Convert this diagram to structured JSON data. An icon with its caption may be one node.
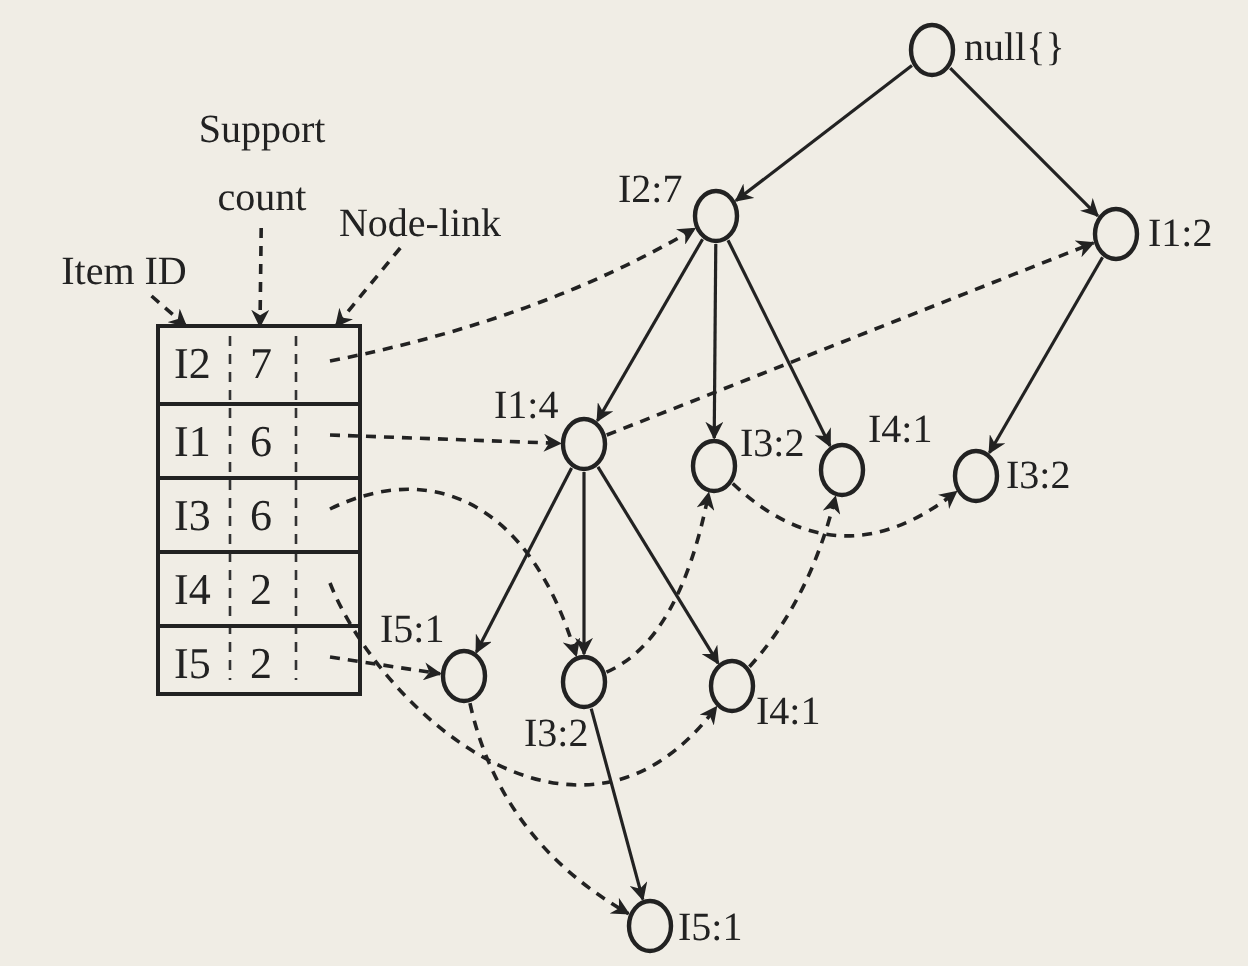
{
  "diagram": {
    "nodes": [
      {
        "text": [
          "Item ID"
        ]
      },
      {
        "text": [
          "Support count"
        ]
      },
      {
        "text": [
          "Node-link"
        ]
      },
      {
        "text": [],
        "shape": "box"
      },
      {
        "text": [
          "I2",
          "7"
        ],
        "in": 3
      },
      {
        "text": [
          "I1",
          "6"
        ],
        "in": 3
      },
      {
        "text": [
          "I3",
          "6"
        ],
        "in": 3
      },
      {
        "text": [
          "I4",
          "2"
        ],
        "in": 3
      },
      {
        "text": [
          "I5",
          "2"
        ],
        "in": 3
      },
      {
        "text": [],
        "shape": "circle",
        "beside": [
          "null{}"
        ]
      },
      {
        "text": [],
        "shape": "circle",
        "beside": [
          "I2:7"
        ]
      },
      {
        "text": [],
        "shape": "circle",
        "beside": [
          "I1:2"
        ]
      },
      {
        "text": [],
        "shape": "circle",
        "beside": [
          "I1:4"
        ]
      },
      {
        "text": [],
        "shape": "circle",
        "beside": [
          "I3:2"
        ]
      },
      {
        "text": [],
        "shape": "circle",
        "beside": [
          "I4:1"
        ]
      },
      {
        "text": [],
        "shape": "circle",
        "beside": [
          "I3:2"
        ]
      },
      {
        "text": [],
        "shape": "circle",
        "beside": [
          "I5:1"
        ]
      },
      {
        "text": [],
        "shape": "circle",
        "beside": [
          "I3:2"
        ]
      },
      {
        "text": [],
        "shape": "circle",
        "beside": [
          "I4:1"
        ]
      },
      {
        "text": [],
        "shape": "circle",
        "beside": [
          "I5:1"
        ]
      }
    ],
    "edges": [
      {
        "from": 0,
        "to": 3,
        "arrow": "to",
        "style": "dashed"
      },
      {
        "from": 1,
        "to": 3,
        "arrow": "to",
        "style": "dashed"
      },
      {
        "from": 2,
        "to": 3,
        "arrow": "to",
        "style": "dashed"
      },
      {
        "from": 9,
        "to": 10,
        "arrow": "to"
      },
      {
        "from": 9,
        "to": 11,
        "arrow": "to"
      },
      {
        "from": 10,
        "to": 12,
        "arrow": "to"
      },
      {
        "from": 10,
        "to": 13,
        "arrow": "to"
      },
      {
        "from": 10,
        "to": 14,
        "arrow": "to"
      },
      {
        "from": 11,
        "to": 15,
        "arrow": "to"
      },
      {
        "from": 12,
        "to": 16,
        "arrow": "to"
      },
      {
        "from": 12,
        "to": 17,
        "arrow": "to"
      },
      {
        "from": 12,
        "to": 18,
        "arrow": "to"
      },
      {
        "from": 17,
        "to": 19,
        "arrow": "to"
      },
      {
        "from": 4,
        "to": 10,
        "arrow": "to",
        "style": "dashed"
      },
      {
        "from": 5,
        "to": 12,
        "arrow": "to",
        "style": "dashed"
      },
      {
        "from": 12,
        "to": 11,
        "arrow": "to",
        "style": "dashed"
      },
      {
        "from": 6,
        "to": 17,
        "arrow": "to",
        "style": "dashed"
      },
      {
        "from": 17,
        "to": 13,
        "arrow": "to",
        "style": "dashed"
      },
      {
        "from": 13,
        "to": 15,
        "arrow": "to",
        "style": "dashed"
      },
      {
        "from": 7,
        "to": 18,
        "arrow": "to",
        "style": "dashed"
      },
      {
        "from": 18,
        "to": 14,
        "arrow": "to",
        "style": "dashed"
      },
      {
        "from": 8,
        "to": 16,
        "arrow": "to",
        "style": "dashed"
      },
      {
        "from": 16,
        "to": 19,
        "arrow": "to",
        "style": "dashed"
      }
    ]
  }
}
